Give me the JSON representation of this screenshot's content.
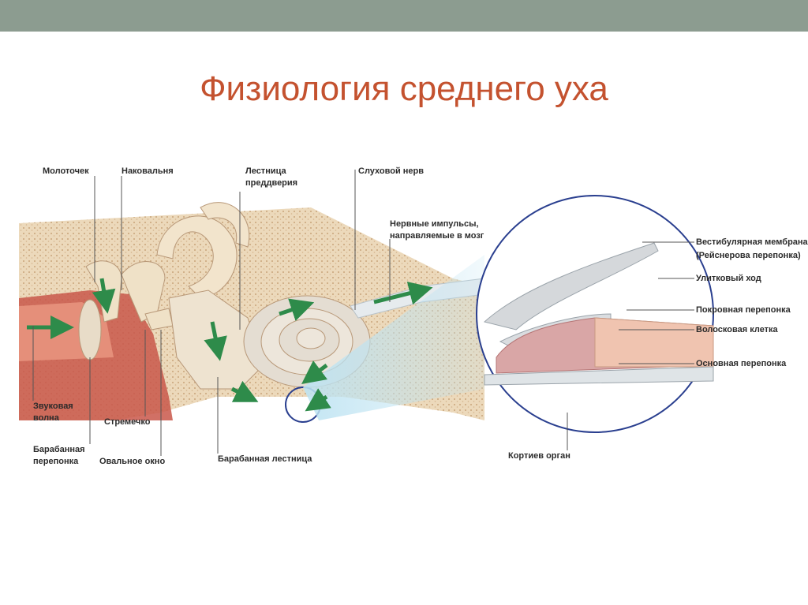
{
  "slide": {
    "title": "Физиология среднего уха"
  },
  "colors": {
    "top_bar": "#8c9c90",
    "title": "#c4522f",
    "bone": "#e9d6b8",
    "tissue": "#c9574a",
    "arrow": "#2e8b4a",
    "fluid": "#bde3f2"
  },
  "labels": {
    "malleus": "Молоточек",
    "incus": "Наковальня",
    "scala_vestibuli_1": "Лестница",
    "scala_vestibuli_2": "преддверия",
    "auditory_nerve": "Слуховой нерв",
    "nerve_impulses_1": "Нервные импульсы,",
    "nerve_impulses_2": "направляемые в мозг",
    "vestibular_membrane": "Вестибулярная мембрана",
    "reissner_membrane": "(Рейснерова перепонка)",
    "cochlear_duct": "Улитковый ход",
    "tectorial_membrane": "Покровная перепонка",
    "hair_cell": "Волосковая клетка",
    "basilar_membrane": "Основная перепонка",
    "sound_wave_1": "Звуковая",
    "sound_wave_2": "волна",
    "stapes": "Стремечко",
    "eardrum_1": "Барабанная",
    "eardrum_2": "перепонка",
    "oval_window": "Овальное окно",
    "scala_tympani": "Барабанная лестница",
    "organ_of_corti": "Кортиев орган"
  }
}
